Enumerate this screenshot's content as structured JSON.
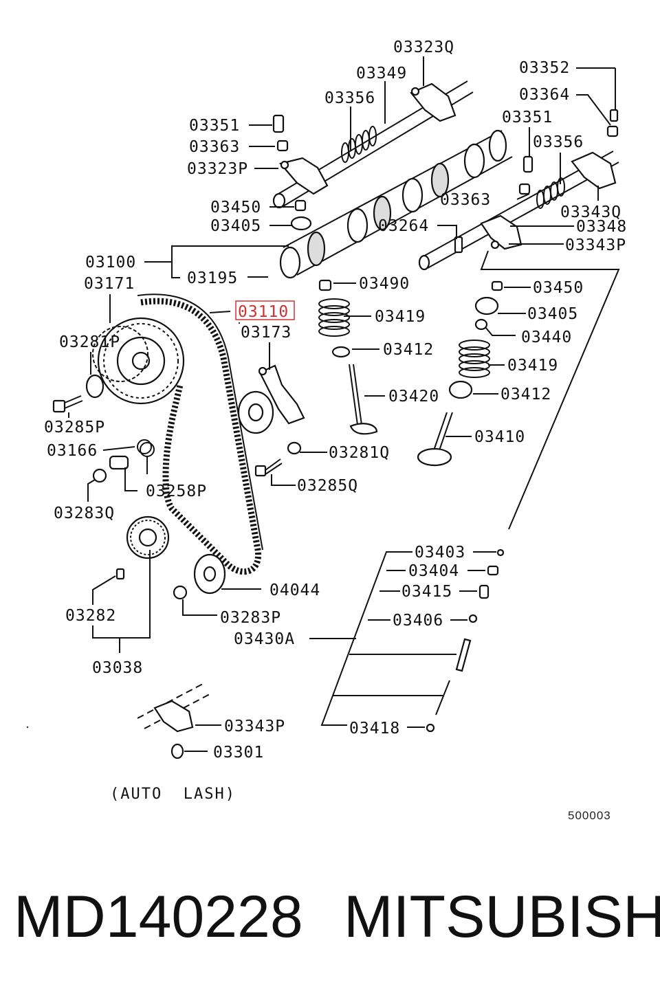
{
  "diagram": {
    "highlight_color": "#d03030",
    "labels": {
      "l03323Q": "03323Q",
      "l03349": "03349",
      "l03356a": "03356",
      "l03351a": "03351",
      "l03363a": "03363",
      "l03323P": "03323P",
      "l03450a": "03450",
      "l03405a": "03405",
      "l03100": "03100",
      "l03195": "03195",
      "l03171": "03171",
      "l03110": "03110",
      "l03173": "03173",
      "l03281P": "03281P",
      "l03285P": "03285P",
      "l03166": "03166",
      "l03258P": "03258P",
      "l03283Q": "03283Q",
      "l03352": "03352",
      "l03364": "03364",
      "l03351b": "03351",
      "l03356b": "03356",
      "l03363b": "03363",
      "l03343Q": "03343Q",
      "l03264": "03264",
      "l03348": "03348",
      "l03343Pa": "03343P",
      "l03490": "03490",
      "l03419a": "03419",
      "l03412a": "03412",
      "l03420": "03420",
      "l03281Q": "03281Q",
      "l03285Q": "03285Q",
      "l03450b": "03450",
      "l03405b": "03405",
      "l03440": "03440",
      "l03419b": "03419",
      "l03412b": "03412",
      "l03410": "03410",
      "l03403": "03403",
      "l03404": "03404",
      "l03415": "03415",
      "l03406": "03406",
      "l03430A": "03430A",
      "l03418": "03418",
      "l04044": "04044",
      "l03283P": "03283P",
      "l03282": "03282",
      "l03038": "03038",
      "l03343Pb": "03343P",
      "l03301": "03301"
    },
    "note": "(AUTO  LASH)",
    "code": "500003"
  },
  "footer": {
    "part_number": "MD140228",
    "brand": "MITSUBISHI"
  }
}
